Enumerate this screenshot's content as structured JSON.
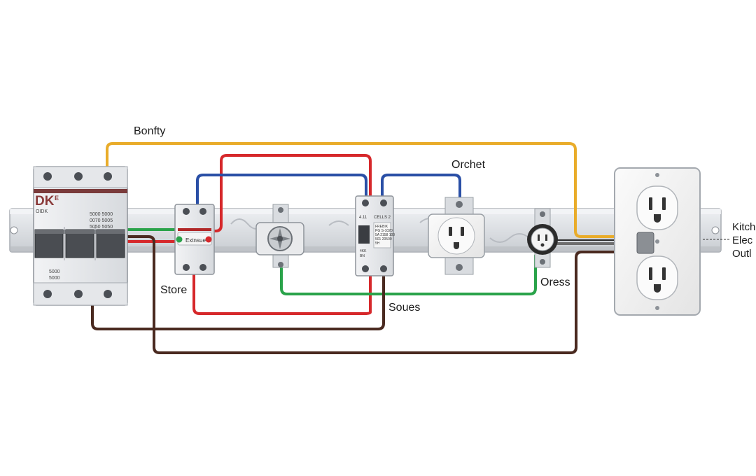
{
  "labels": {
    "top": "Bonfty",
    "orchet": "Orchet",
    "store": "Store",
    "oress": "Oress",
    "soues": "Soues"
  },
  "side_label_lines": [
    "Kitch",
    "Elec",
    "Outl"
  ],
  "breaker_main": {
    "brand": "DK",
    "brand_suffix": "E",
    "sub": "OIDK",
    "spec_lines": [
      "5000 5000",
      "0070 5005",
      "5050 5050"
    ],
    "bottom_lines": [
      "5000",
      "5000"
    ]
  },
  "contactor": {
    "label": "Extnsue"
  },
  "rcbo": {
    "top_labels": [
      "4.11",
      "CELLS 2"
    ],
    "text_lines": [
      "FREBIK",
      "PG S-1020",
      "5A 2158 100",
      "501 20500",
      "5H",
      "4KK",
      "BN"
    ]
  },
  "colors": {
    "yellow": "#e9ac2a",
    "red": "#d6282b",
    "blue": "#2a4fa6",
    "green": "#2aa34a",
    "brown": "#4a2a20",
    "gray": "#7b7b7b",
    "rail": "#dcdfe3"
  }
}
